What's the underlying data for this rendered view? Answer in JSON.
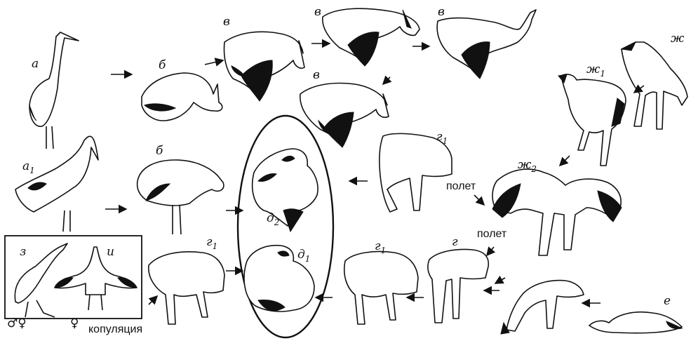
{
  "labels": {
    "a": "а",
    "a1": "а",
    "a1_sub": "1",
    "b_top": "б",
    "b_mid": "б",
    "v1": "в",
    "v2": "в",
    "v3": "в",
    "v4": "в",
    "g1_top": "г",
    "g1_top_sub": "1",
    "g1_left": "г",
    "g1_left_sub": "1",
    "g1_right": "г",
    "g1_right_sub": "1",
    "g": "г",
    "d1": "д",
    "d1_sub": "1",
    "d2": "д",
    "d2_sub": "2",
    "zh": "ж",
    "zh1": "ж",
    "zh1_sub": "1",
    "zh2": "ж",
    "zh2_sub": "2",
    "e": "е",
    "z": "з",
    "i": "и"
  },
  "words": {
    "flight_top": "полет",
    "flight_bottom": "полет",
    "copulation": "копуляция"
  },
  "symbols": {
    "male_female": "♂♀",
    "female": "♀"
  }
}
